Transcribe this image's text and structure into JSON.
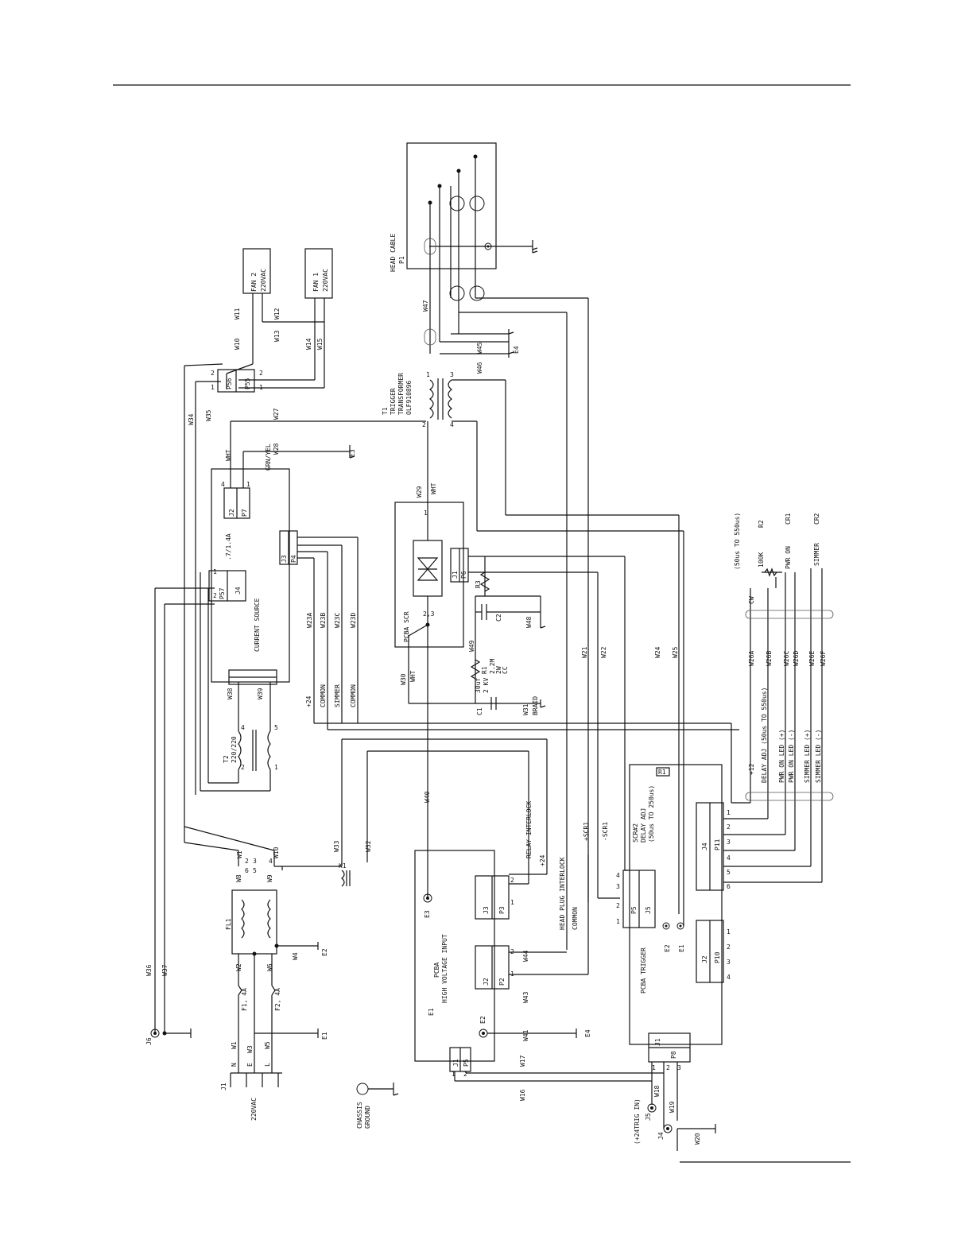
{
  "labels": {
    "head_cable": "HEAD CABLE",
    "p1": "P1",
    "fan2": "FAN 2",
    "fan2_v": "220VAC",
    "fan1": "FAN 1",
    "fan1_v": "220VAC",
    "w10": "W10",
    "w11": "W11",
    "w12": "W12",
    "w13": "W13",
    "w14": "W14",
    "w15": "W15",
    "w34": "W34",
    "w35": "W35",
    "p56": "P56",
    "p55": "P55",
    "w47": "W47",
    "w45": "W45",
    "w46": "W46",
    "e4_top": "E4",
    "t1": "T1",
    "trigger_tr": "TRIGGER",
    "transformer": "TRANSFORMER",
    "t1_part": "OLF910896",
    "w27": "W27",
    "wht1": "WHT",
    "grn_yel": "GRN/YEL",
    "w28": "W28",
    "e3_top": "E3",
    "j2": "J2",
    "p7": "P7",
    "rating": ".7/1.4A",
    "w29": "W29",
    "wht2": "WHT",
    "current_source": "CURRENT SOURCE",
    "p57": "P57",
    "j4a": "J4",
    "j3": "J3",
    "p4": "P4",
    "w23a": "W23A",
    "w23b": "W23B",
    "w23c": "W23C",
    "w23d": "W23D",
    "plus24a": "+24",
    "common1": "COMMON",
    "simmer": "SIMMER",
    "common2": "COMMON",
    "w38": "W38",
    "w39": "W39",
    "t2": "T2",
    "t2_rating": "220/220",
    "pcba_scr": "PCBA SCR",
    "j1scr": "J1",
    "p6": "P6",
    "r3": "R3",
    "c2": "C2",
    "w48": "W48",
    "w49": "W49",
    "r1": "R1",
    "r1_v1": "2.2M",
    "r1_v2": "2W",
    "r1_v3": "CC",
    "c1": "C1",
    "c1_v1": "30uf",
    "c1_v2": "2 KV",
    "w31": "W31",
    "braid": "BRAID",
    "w30": "W30",
    "wht3": "WHT",
    "w21": "W21",
    "w22": "W22",
    "w24": "W24",
    "w25": "W25",
    "w40": "W40",
    "relay_interlock": "RELAY INTERLOCK",
    "plus24b": "+24",
    "head_plug": "HEAD PLUG INTERLOCK",
    "common3": "COMMON",
    "plus_scr1": "+SCR1",
    "minus_scr1": "-SCR1",
    "scr2": "SCR#2",
    "delay_adj": "DELAY ADJ",
    "delay_range": "(50us TO 250us)",
    "r1box": "R1",
    "plus12": "+12",
    "delay_adj_long": "DELAY ADJ (50us TO 550us)",
    "pwr_led_p": "PWR ON LED (+)",
    "pwr_led_n": "PWR ON LED (-)",
    "sim_led_p": "SIMMER LED (+)",
    "sim_led_n": "SIMMER LED (-)",
    "w26a": "W26A",
    "w26b": "W26B",
    "w26c": "W26C",
    "w26d": "W26D",
    "w26e": "W26E",
    "w26f": "W26F",
    "r2_range": "(50us TO 550us)",
    "r2": "R2",
    "r2_val": "100K",
    "cw": "CW",
    "pwr_on": "PWR ON",
    "cr1": "CR1",
    "simmer_cr": "SIMMER",
    "cr2": "CR2",
    "j4b": "J4",
    "p11": "P11",
    "j2b": "J2",
    "p10": "P10",
    "p5": "P5",
    "j5": "J5",
    "e2b": "E2",
    "e1b": "E1",
    "pcba_trigger": "PCBA TRIGGER",
    "j1t": "J1",
    "p8": "P8",
    "k1": "K1",
    "w33": "W33",
    "w32": "W32",
    "w1s": "W1",
    "w10s": "W10",
    "w8": "W8",
    "w9": "W9",
    "fl1": "FL1",
    "w2": "W2",
    "w6": "W6",
    "w4": "W4",
    "e2_fl": "E2",
    "f1": "F1, 4A",
    "f2": "F2, 4A",
    "w36": "W36",
    "w37": "W37",
    "j6": "J6",
    "j1in": "J1",
    "w1": "W1",
    "w3": "W3",
    "w5": "W5",
    "n": "N",
    "e": "E",
    "l": "L",
    "e1_in": "E1",
    "v220": "220VAC",
    "chassis": "CHASSIS",
    "ground": "GROUND",
    "pcba": "PCBA",
    "hv_input": "HIGH VOLTAGE INPUT",
    "e1_hv": "E1",
    "j2hv": "J2",
    "p2hv": "P2",
    "j3hv": "J3",
    "p3hv": "P3",
    "e3hv": "E3",
    "e2hv": "E2",
    "w41": "W41",
    "e4hv": "E4",
    "w44": "W44",
    "w43": "W43",
    "j1hv": "J1",
    "p5hv": "P5",
    "w17": "W17",
    "w16": "W16",
    "tr_in": "(+24TRIG IN)",
    "j5in": "J5",
    "j4in": "J4",
    "w18": "W18",
    "w19": "W19",
    "w20": "W20"
  }
}
